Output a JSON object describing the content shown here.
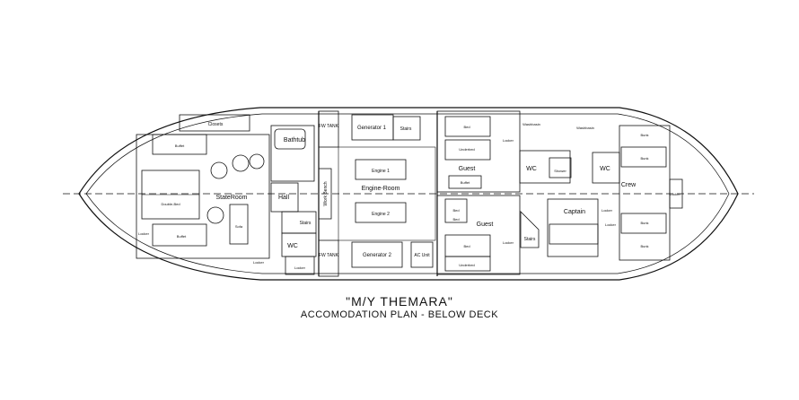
{
  "plan": {
    "title": "\"M/Y THEMARA\"",
    "subtitle": "ACCOMODATION PLAN - BELOW DECK",
    "rooms": {
      "stateroom": "StateRoom",
      "bathtub": "Bathtub",
      "hall": "Hall",
      "stairs_aft": "Stairs",
      "wc_aft": "WC",
      "fw_tank_top": "FW TANK",
      "fw_tank_bottom": "FW TANK",
      "work_bench": "Work Bench",
      "generator_1": "Generator 1",
      "generator_2": "Generator 2",
      "engine_1": "Engine 1",
      "engine_2": "Engine 2",
      "engine_room": "Engine-Room",
      "stairs_engine": "Stairs",
      "ac_unit": "AC Unit",
      "guest_top": "Guest",
      "guest_bottom": "Guest",
      "wc_mid": "WC",
      "wc_fwd": "WC",
      "captain": "Captain",
      "crew": "Crew",
      "stairs_fwd": "Stairs",
      "closets": "Closets",
      "buffet_top": "Buffet",
      "buffet_bottom": "Buffet",
      "double_bed": "Double-Bed",
      "sofa": "Sofa",
      "locker_1": "Locker",
      "locker_2": "Locker",
      "locker_3": "Locker",
      "locker_4": "Locker",
      "locker_5": "Locker",
      "locker_6": "Locker",
      "locker_7": "Locker",
      "locker_8": "Locker",
      "washbasin_1": "Washbasin",
      "washbasin_2": "Washbasin",
      "shower": "Shower",
      "buffet_guest": "Buffet",
      "bed_1": "Bed",
      "bed_2": "Bed",
      "bed_3": "Bed",
      "bed_4": "Bed",
      "under_bed_1": "Underbed",
      "under_bed_2": "Underbed",
      "bunk_1": "Bunk",
      "bunk_2": "Bunk",
      "bunk_3": "Bunk",
      "bunk_4": "Bunk"
    }
  }
}
